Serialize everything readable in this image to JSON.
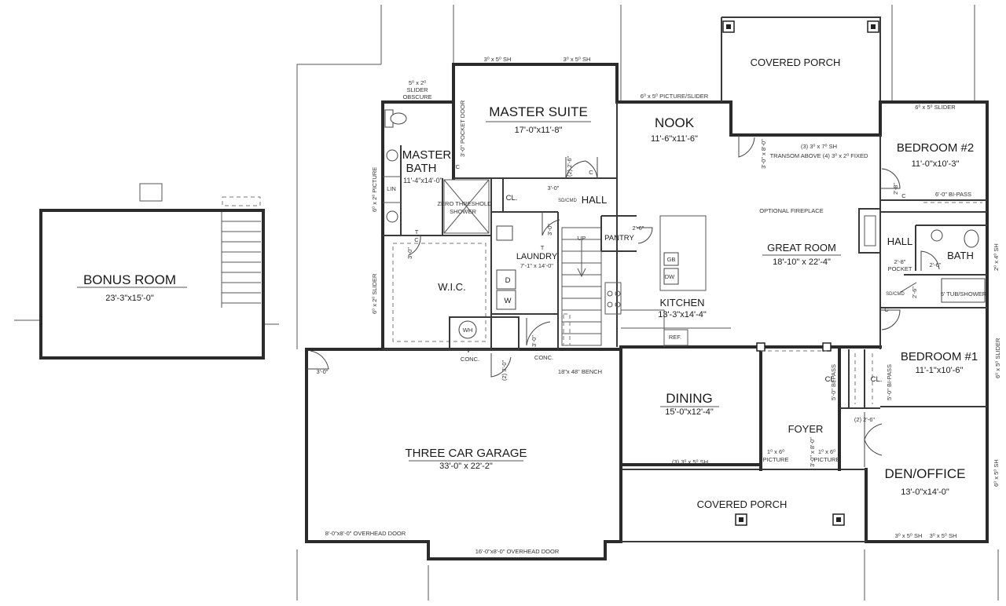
{
  "rooms": {
    "bonus_room": {
      "name": "BONUS ROOM",
      "dims": "23'-3\"x15'-0\""
    },
    "master_suite": {
      "name": "MASTER SUITE",
      "dims": "17'-0\"x11'-8\""
    },
    "master_bath": {
      "name_line1": "MASTER",
      "name_line2": "BATH",
      "dims": "11'-4\"x14'-0\""
    },
    "nook": {
      "name": "NOOK",
      "dims": "11'-6\"x11'-6\""
    },
    "bedroom2": {
      "name": "BEDROOM #2",
      "dims": "11'-0\"x10'-3\""
    },
    "great_room": {
      "name": "GREAT ROOM",
      "dims": "18'-10\" x 22'-4\""
    },
    "kitchen": {
      "name": "KITCHEN",
      "dims": "13'-3\"x14'-4\""
    },
    "laundry": {
      "name": "LAUNDRY",
      "dims": "7'-1\" x 14'-0\""
    },
    "wic": {
      "name": "W.I.C."
    },
    "hall_upper": {
      "name": "HALL"
    },
    "hall_right": {
      "name": "HALL"
    },
    "bath": {
      "name": "BATH"
    },
    "bedroom1": {
      "name": "BEDROOM #1",
      "dims": "11'-1\"x10'-6\""
    },
    "dining": {
      "name": "DINING",
      "dims": "15'-0\"x12'-4\""
    },
    "foyer": {
      "name": "FOYER"
    },
    "den_office": {
      "name": "DEN/OFFICE",
      "dims": "13'-0\"x14'-0\""
    },
    "garage": {
      "name": "THREE CAR GARAGE",
      "dims": "33'-0\" x 22'-2\""
    },
    "covered_porch_top": {
      "name": "COVERED PORCH"
    },
    "covered_porch_front": {
      "name": "COVERED PORCH"
    }
  },
  "labels": {
    "pantry": "PANTRY",
    "zero_threshold": "ZERO THRESHOLD",
    "shower": "SHOWER",
    "lin": "LIN",
    "cl": "CL.",
    "ref": "REF.",
    "gb": "GB",
    "dw": "DW",
    "d": "D",
    "w": "W",
    "wh": "WH",
    "v": "V",
    "conc": "CONC.",
    "up": "UP",
    "tc": "TC",
    "t": "T",
    "c": "C",
    "pocket": "POCKET",
    "tub_shower": "5' TUB/SHOWER",
    "optional_fireplace": "OPTIONAL FIREPLACE",
    "bench": "18\"x 48\" BENCH",
    "smoke_co": "SD/CMD"
  },
  "notes": {
    "sh_3x5_a": "3⁰ x 5⁰ SH",
    "sh_3x5_b": "3⁰ x 5⁰ SH",
    "slider_obscure_1": "5⁰ x 2⁰",
    "slider_obscure_2": "SLIDER",
    "slider_obscure_3": "OBSCURE",
    "pocket_door": "3'-0\" POCKET DOOR",
    "picture_6x2": "6⁰ x 2⁰ PICTURE",
    "slider_6x2": "6⁰ x 2⁰ SLIDER",
    "picture_slider_6x5": "6⁰ x 5⁰ PICTURE/SLIDER",
    "sh_3_3x7": "(3) 3⁰ x 7⁰ SH",
    "transom": "TRANSOM ABOVE (4) 3⁰ x 2⁰ FIXED",
    "slider_6x5_bed2": "6⁰ x 5⁰ SLIDER",
    "bipass_6": "6'-0\" BI-PASS",
    "bipass_5_a": "5'-0\" BI-PASS",
    "bipass_5_b": "5'-0\" BI-PASS",
    "sh_2x4": "2⁰ x 4⁰ SH",
    "slider_6x5_bed1": "6⁰ x 5⁰ SLIDER",
    "sh_6x5_den": "6⁰ x 5⁰ SH",
    "sh_den_a": "3⁰ x 5⁰ SH",
    "sh_den_b": "3⁰ x 5⁰ SH",
    "sh_dining": "(3) 3⁰ x 5⁰ SH",
    "picture_1x6_a": "1⁰ x 6⁰",
    "picture_1x6_a2": "PICTURE",
    "picture_1x6_b": "1⁰ x 6⁰",
    "picture_1x6_b2": "PICTURE",
    "overhead_8": "8'-0\"x8'-0\" OVERHEAD DOOR",
    "overhead_16": "16'-0\"x8'-0\" OVERHEAD DOOR"
  },
  "door_sizes": {
    "d_3_0_master": "3'-0\"",
    "d_2_2_6_master": "(2) 2'-6\"",
    "d_3_0_hall": "3'-0\"",
    "d_3_0_laundry": "3'-0\"",
    "d_3_0_wic": "3'-0\"",
    "d_2_6_pantry": "2'-6\"",
    "d_3_0_nook": "3'-0\" x 8'-0\"",
    "d_2_8_bed2": "2'-8\"",
    "d_2_8_pocket": "2'-8\"",
    "d_2_6_bath": "2'-6\"",
    "d_2_6_bed1": "2'-6\"",
    "d_2_3_0_garage": "(2) 3'-0\"",
    "d_3_0_conc": "3'-0\"",
    "d_3_0_garage": "3'-0\"",
    "d_front": "3'-0\" x 8'-0\"",
    "d_2_2_6_den": "(2) 2'-6\""
  }
}
